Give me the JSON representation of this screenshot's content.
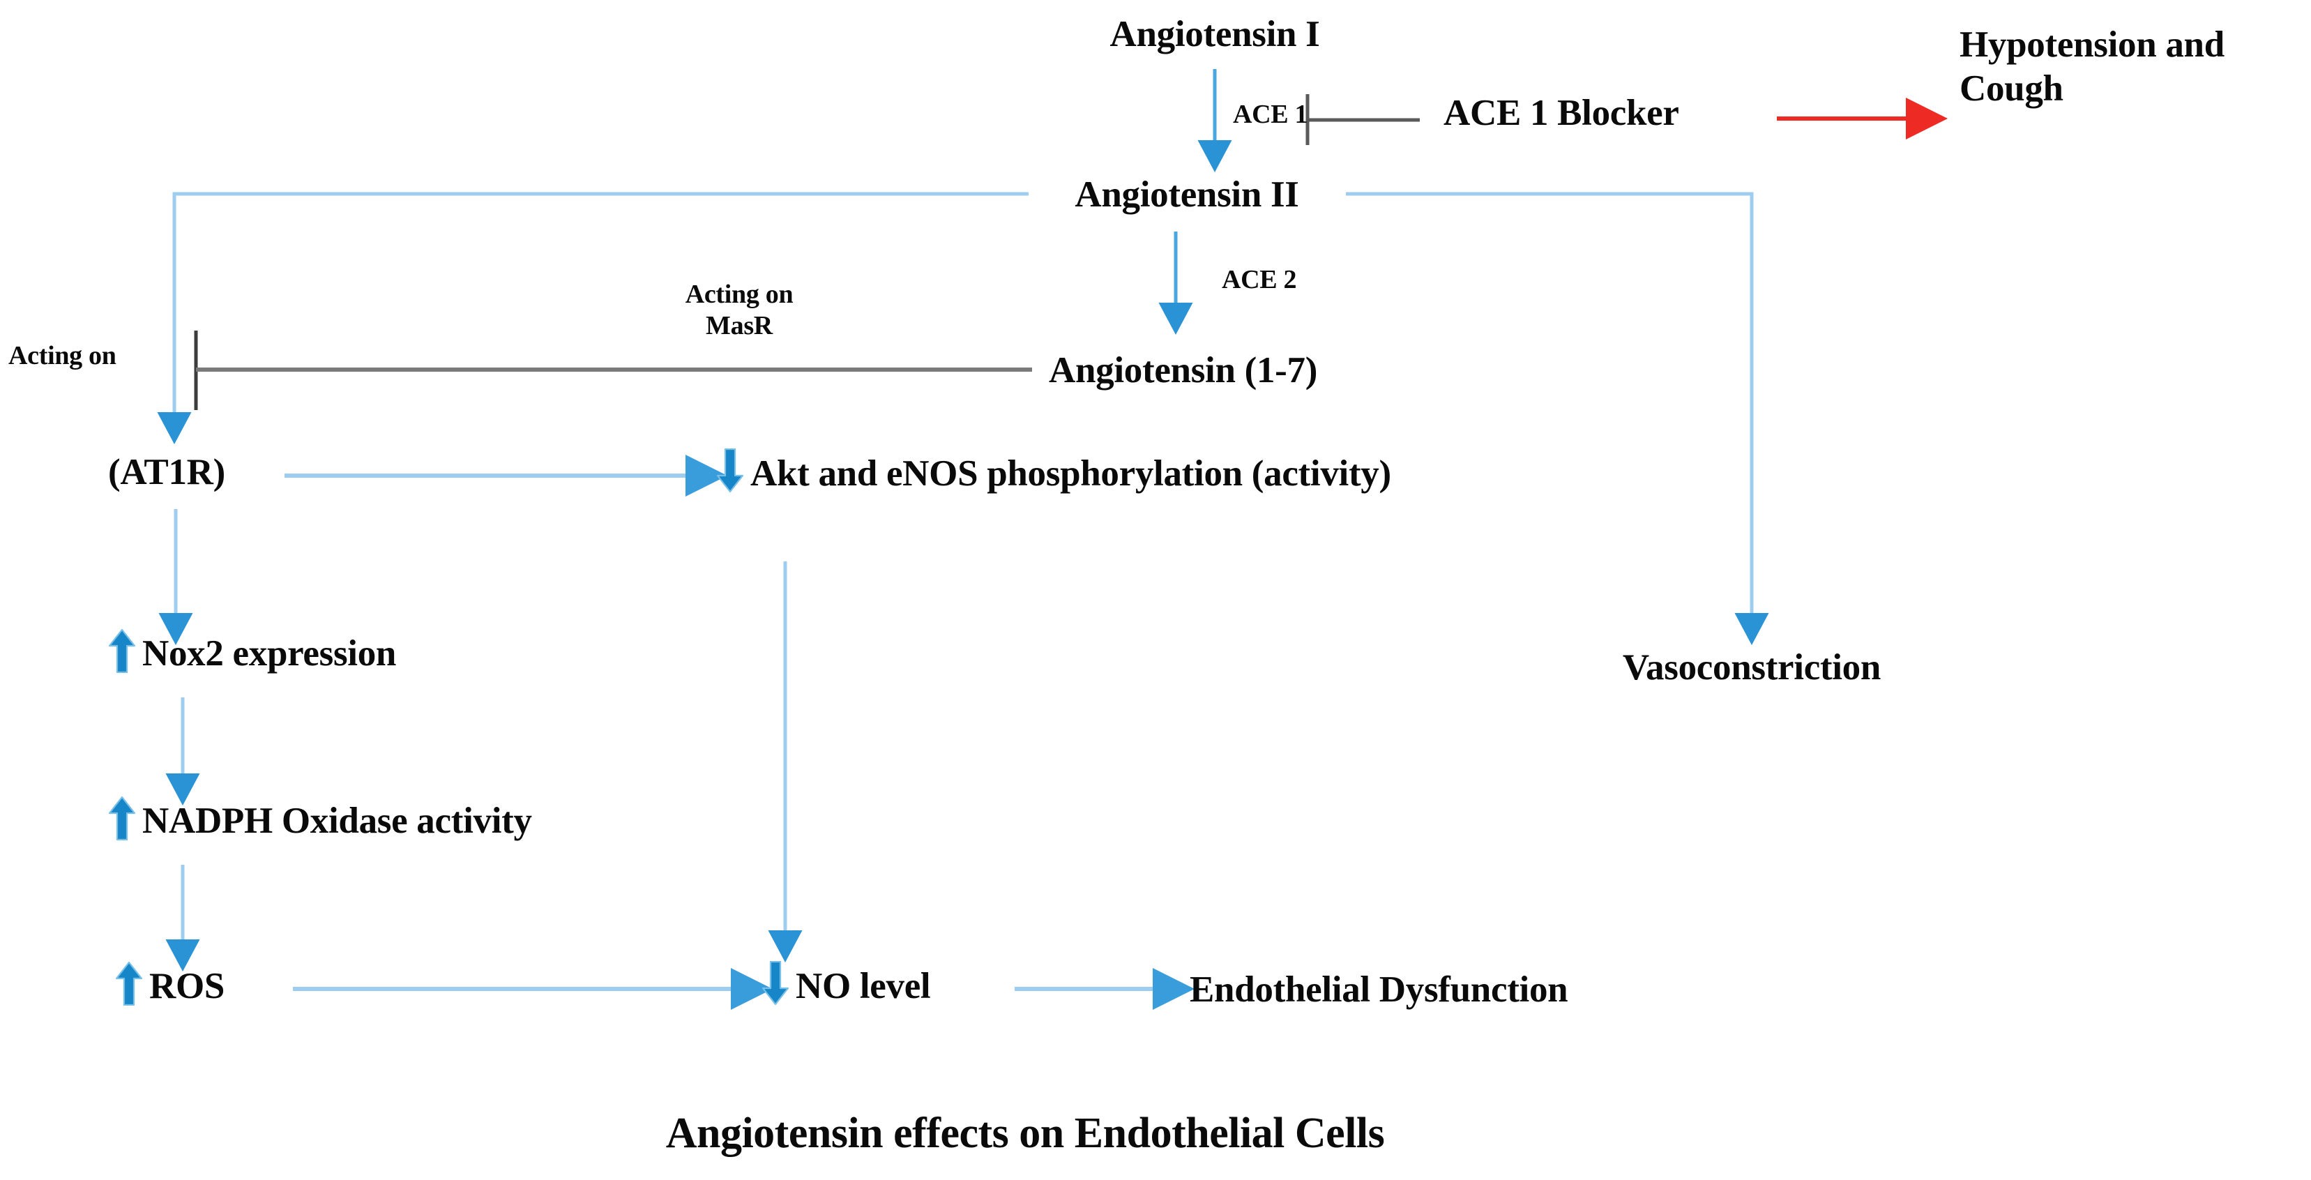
{
  "figure": {
    "caption": "Angiotensin effects on Endothelial Cells",
    "colors": {
      "connector_blue": "#9ecdf0",
      "arrow_blue": "#1786c9",
      "inhibitor_gray": "#6b6b6b",
      "blocker_red": "#ee2a24",
      "text_black": "#0a0a0a",
      "background": "#ffffff"
    }
  },
  "nodes": {
    "angiotensin_i": "Angiotensin I",
    "angiotensin_ii": "Angiotensin II",
    "angiotensin_1_7": "Angiotensin (1-7)",
    "ace1_blocker": "ACE 1 Blocker",
    "hypotension_cough": "Hypotension and\nCough",
    "at1r": "(AT1R)",
    "akt_enos": "Akt and eNOS phosphorylation (activity)",
    "nox2": "Nox2 expression",
    "nadph": "NADPH Oxidase activity",
    "ros": "ROS",
    "no_level": "NO level",
    "endothelial_dysfunction": "Endothelial Dysfunction",
    "vasoconstriction": "Vasoconstriction"
  },
  "edge_labels": {
    "ace1": "ACE 1",
    "ace2": "ACE 2",
    "acting_on_at1r": "Acting on",
    "acting_on_masr": "Acting on\nMasR"
  },
  "change_indicators": {
    "akt_enos": "down",
    "nox2": "up",
    "nadph": "up",
    "ros": "up",
    "no_level": "down"
  },
  "chart_data": {
    "type": "diagram",
    "title": "Angiotensin effects on Endothelial Cells",
    "nodes": [
      {
        "id": "angiotensin_i",
        "label": "Angiotensin I"
      },
      {
        "id": "angiotensin_ii",
        "label": "Angiotensin II"
      },
      {
        "id": "angiotensin_1_7",
        "label": "Angiotensin (1-7)"
      },
      {
        "id": "ace1_blocker",
        "label": "ACE 1 Blocker"
      },
      {
        "id": "hypotension_cough",
        "label": "Hypotension and Cough"
      },
      {
        "id": "at1r",
        "label": "(AT1R)"
      },
      {
        "id": "akt_enos",
        "label": "Akt and eNOS phosphorylation (activity)",
        "change": "down"
      },
      {
        "id": "nox2",
        "label": "Nox2 expression",
        "change": "up"
      },
      {
        "id": "nadph",
        "label": "NADPH Oxidase activity",
        "change": "up"
      },
      {
        "id": "ros",
        "label": "ROS",
        "change": "up"
      },
      {
        "id": "no_level",
        "label": "NO level",
        "change": "down"
      },
      {
        "id": "endothelial_dysfunction",
        "label": "Endothelial Dysfunction"
      },
      {
        "id": "vasoconstriction",
        "label": "Vasoconstriction"
      }
    ],
    "edges": [
      {
        "from": "angiotensin_i",
        "to": "angiotensin_ii",
        "label": "ACE 1",
        "kind": "arrow",
        "color": "#1786c9"
      },
      {
        "from": "ace1_blocker",
        "to": "angiotensin_i_to_ii",
        "label": "",
        "kind": "inhibition",
        "color": "#6b6b6b"
      },
      {
        "from": "ace1_blocker",
        "to": "hypotension_cough",
        "label": "",
        "kind": "arrow",
        "color": "#ee2a24"
      },
      {
        "from": "angiotensin_ii",
        "to": "angiotensin_1_7",
        "label": "ACE 2",
        "kind": "arrow",
        "color": "#1786c9"
      },
      {
        "from": "angiotensin_ii",
        "to": "at1r",
        "label": "Acting on",
        "kind": "arrow",
        "color": "#9ecdf0"
      },
      {
        "from": "angiotensin_1_7",
        "to": "at1r_pathway",
        "label": "Acting on MasR",
        "kind": "inhibition",
        "color": "#6b6b6b"
      },
      {
        "from": "angiotensin_ii",
        "to": "vasoconstriction",
        "label": "",
        "kind": "arrow",
        "color": "#9ecdf0"
      },
      {
        "from": "at1r",
        "to": "akt_enos",
        "label": "",
        "kind": "arrow",
        "color": "#9ecdf0"
      },
      {
        "from": "at1r",
        "to": "nox2",
        "label": "",
        "kind": "arrow",
        "color": "#9ecdf0"
      },
      {
        "from": "nox2",
        "to": "nadph",
        "label": "",
        "kind": "arrow",
        "color": "#9ecdf0"
      },
      {
        "from": "nadph",
        "to": "ros",
        "label": "",
        "kind": "arrow",
        "color": "#9ecdf0"
      },
      {
        "from": "ros",
        "to": "no_level",
        "label": "",
        "kind": "arrow",
        "color": "#9ecdf0"
      },
      {
        "from": "akt_enos",
        "to": "no_level",
        "label": "",
        "kind": "arrow",
        "color": "#9ecdf0"
      },
      {
        "from": "no_level",
        "to": "endothelial_dysfunction",
        "label": "",
        "kind": "arrow",
        "color": "#9ecdf0"
      }
    ]
  }
}
